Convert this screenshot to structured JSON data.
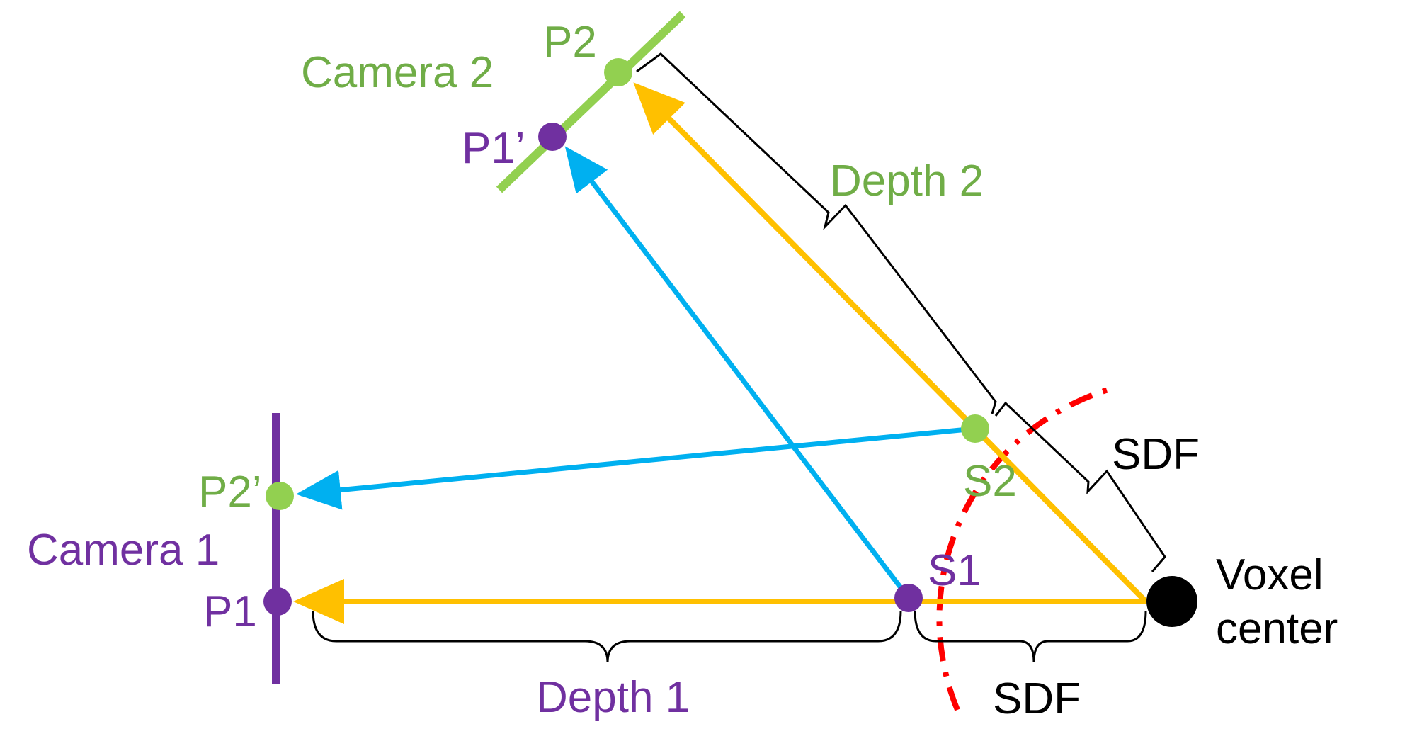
{
  "colors": {
    "camera1": "#7030A0",
    "camera2": "#92D050",
    "camera2_text": "#70AD47",
    "ray": "#FFC000",
    "projection": "#00B0F0",
    "surface": "#FF0000",
    "bracket": "#000000",
    "voxel": "#000000",
    "background": "#FFFFFF"
  },
  "labels": {
    "camera1": "Camera 1",
    "camera2": "Camera 2",
    "p1": "P1",
    "p2": "P2",
    "p1_prime": "P1’",
    "p2_prime": "P2’",
    "s1": "S1",
    "s2": "S2",
    "depth1": "Depth 1",
    "depth2": "Depth 2",
    "sdf_horizontal": "SDF",
    "sdf_diagonal": "SDF",
    "voxel_line1": "Voxel",
    "voxel_line2": "center"
  }
}
